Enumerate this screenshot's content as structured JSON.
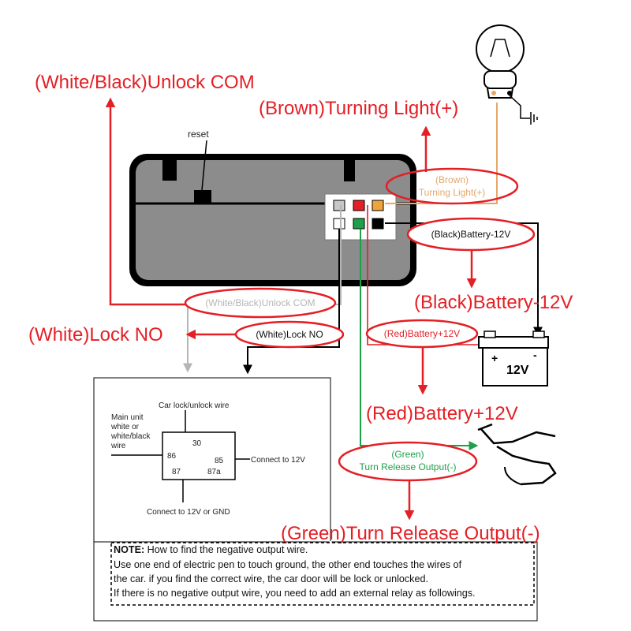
{
  "labels": {
    "unlock_com_main": "(White/Black)Unlock COM",
    "turning_light_main": "(Brown)Turning Light(+)",
    "reset": "reset",
    "turning_light_small_1": "(Brown)",
    "turning_light_small_2": "Turning Light(+)",
    "battery_neg_small": "(Black)Battery-12V",
    "battery_neg_main": "(Black)Battery-12V",
    "unlock_com_small": "(White/Black)Unlock COM",
    "lock_no_main": "(White)Lock NO",
    "lock_no_small": "(White)Lock NO",
    "battery_pos_small": "(Red)Battery+12V",
    "battery_pos_main": "(Red)Battery+12V",
    "battery_voltage": "12V",
    "green_small_1": "(Green)",
    "green_small_2": "Turn Release Output(-)",
    "green_main": "(Green)Turn Release Output(-)"
  },
  "relay": {
    "title": "Car lock/unlock wire",
    "main_unit_1": "Main unit",
    "main_unit_2": "white or",
    "main_unit_3": "white/black",
    "main_unit_4": "wire",
    "pin_30": "30",
    "pin_86": "86",
    "pin_85": "85",
    "pin_87": "87",
    "pin_87a": "87a",
    "connect_12v": "Connect to 12V",
    "connect_12v_gnd": "Connect to 12V or GND"
  },
  "note": {
    "heading": "NOTE:",
    "line1_rest": " How to find the negative output wire.",
    "line2": "Use one end of electric pen to touch ground, the other end touches the wires of",
    "line3": "the car. if you find the correct wire, the car door will be lock or unlocked.",
    "line4": "If there is no negative output wire, you need to add an external relay as followings."
  },
  "colors": {
    "label_red": "#e41f25",
    "wire_brown": "#e8a668",
    "wire_green": "#1ea04a",
    "wire_white": "#b5b5b5",
    "wire_red": "#e41f25",
    "wire_black": "#000000",
    "unit_fill": "#8c8c8c"
  },
  "icons": [
    "bulb-icon",
    "ground-icon",
    "battery-icon",
    "car-door-icon"
  ]
}
